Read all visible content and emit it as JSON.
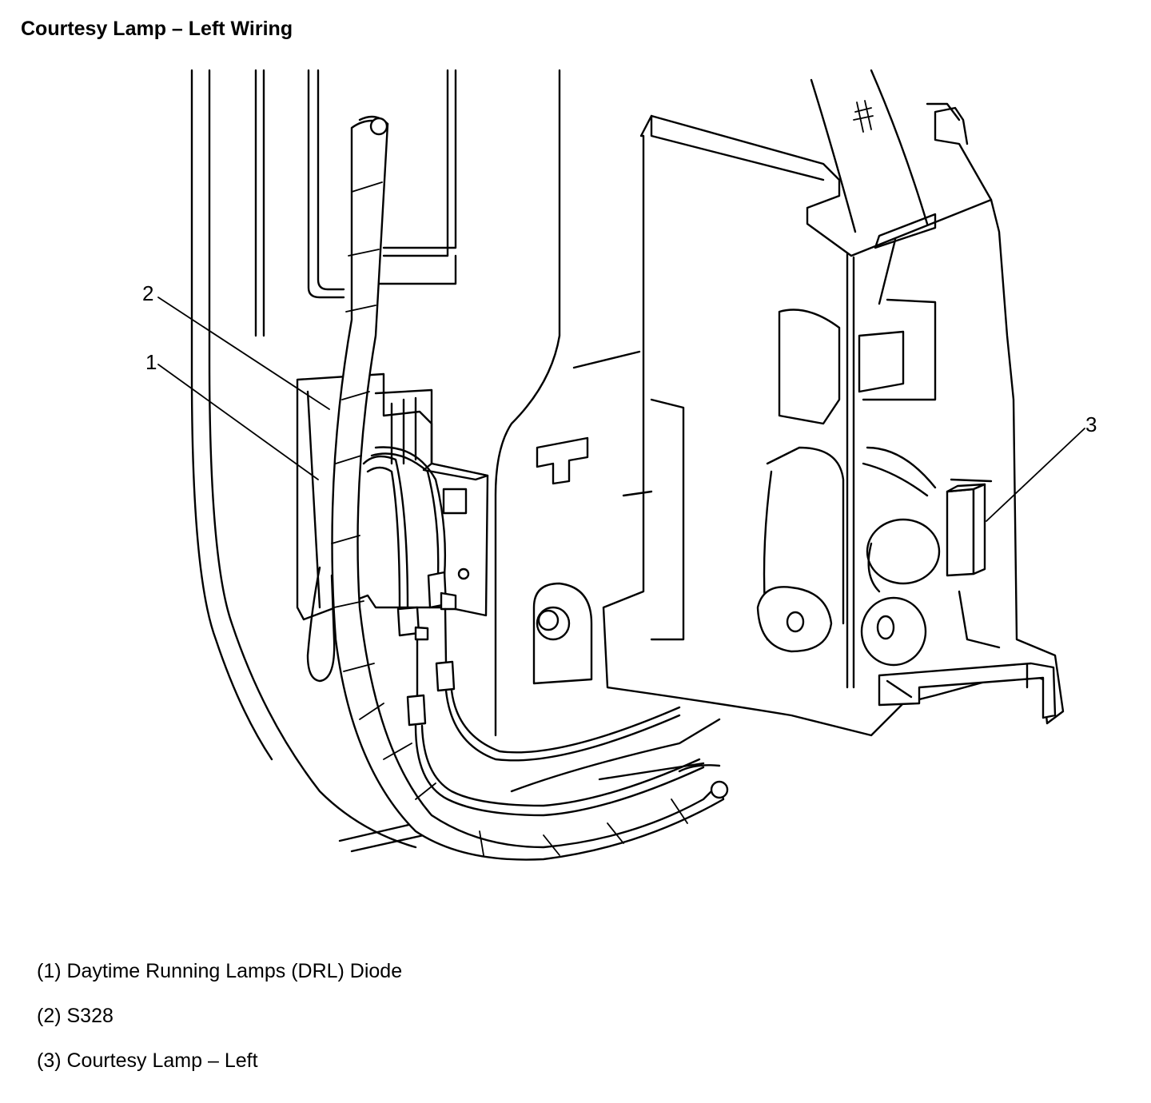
{
  "page": {
    "title": "Courtesy Lamp – Left Wiring"
  },
  "figure": {
    "callouts": [
      {
        "id": "callout-1",
        "label": "1"
      },
      {
        "id": "callout-2",
        "label": "2"
      },
      {
        "id": "callout-3",
        "label": "3"
      }
    ]
  },
  "legend": {
    "items": [
      {
        "text": "(1) Daytime Running Lamps (DRL) Diode"
      },
      {
        "text": "(2) S328"
      },
      {
        "text": "(3) Courtesy Lamp – Left"
      }
    ]
  }
}
